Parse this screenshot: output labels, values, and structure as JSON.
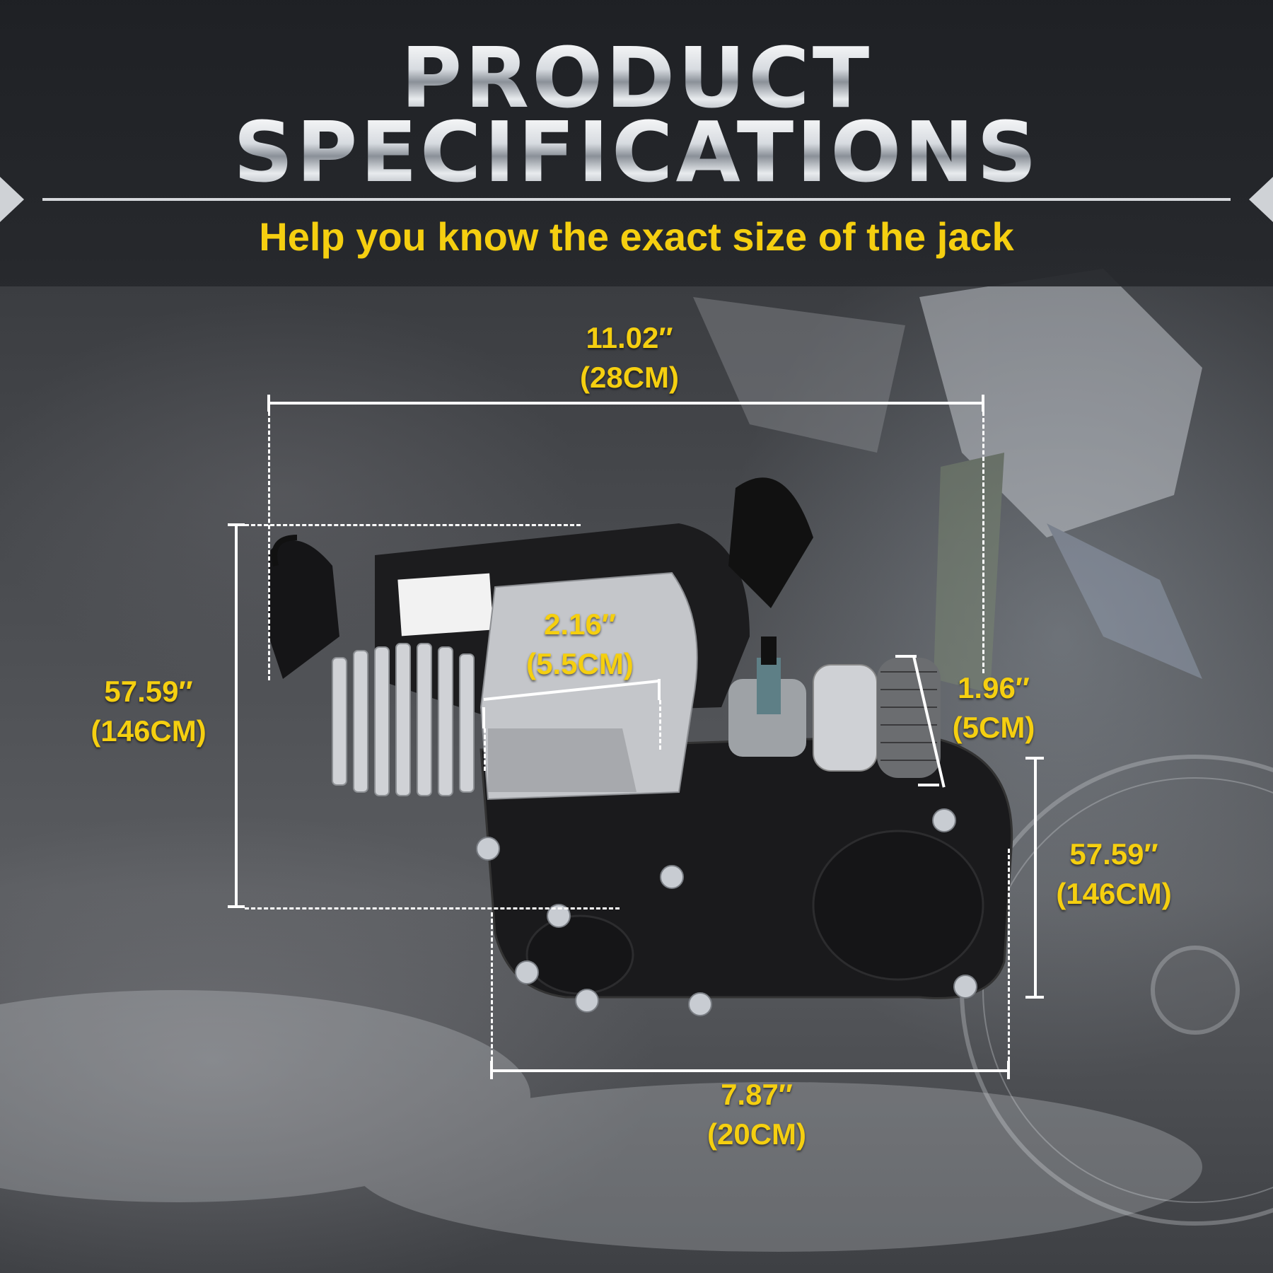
{
  "header": {
    "title_line1": "PRODUCT",
    "title_line2": "SPECIFICATIONS",
    "subtitle": "Help you know the exact size of the jack"
  },
  "dimensions": {
    "top_width": {
      "inch": "11.02″",
      "cm": "(28CM)"
    },
    "left_height": {
      "inch": "57.59″",
      "cm": "(146CM)"
    },
    "cylinder": {
      "inch": "2.16″",
      "cm": "(5.5CM)"
    },
    "air_filter": {
      "inch": "1.96″",
      "cm": "(5CM)"
    },
    "right_height": {
      "inch": "57.59″",
      "cm": "(146CM)"
    },
    "bottom_width": {
      "inch": "7.87″",
      "cm": "(20CM)"
    }
  },
  "colors": {
    "accent_yellow": "#f5cf10",
    "measure_line": "#ffffff",
    "header_band": "#26282c"
  }
}
